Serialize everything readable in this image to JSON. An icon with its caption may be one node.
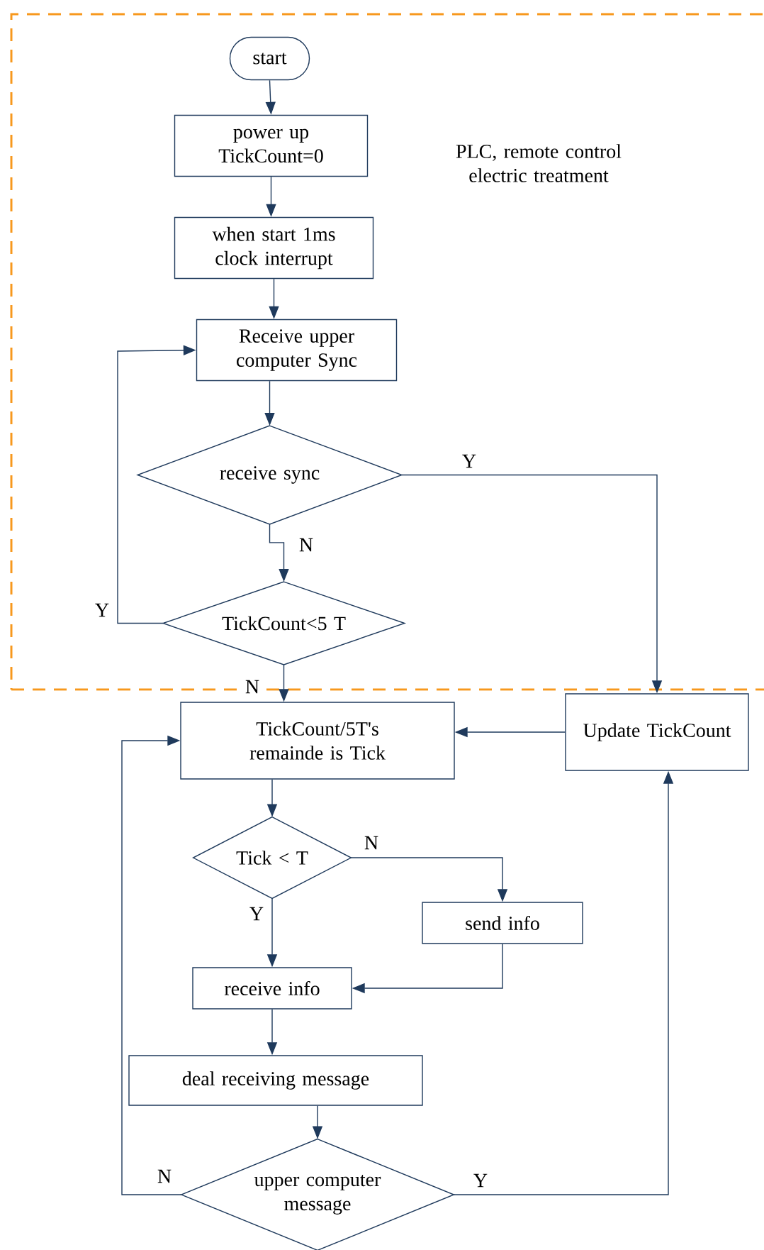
{
  "diagram": {
    "nodes": [
      {
        "text": [
          "PLC, remote control electric treatment"
        ]
      },
      {
        "text": [
          "start"
        ],
        "in": 0
      },
      {
        "text": [
          "power up TickCount=0"
        ],
        "in": 0
      },
      {
        "text": [
          "when start 1ms clock interrupt"
        ],
        "in": 0
      },
      {
        "text": [
          "Receive upper computer Sync"
        ],
        "in": 0
      },
      {
        "text": [
          "receive sync"
        ],
        "in": 0
      },
      {
        "text": [
          "TickCount<5 T"
        ],
        "in": 0
      },
      {
        "text": [
          "TickCount/5T's remainde is Tick"
        ]
      },
      {
        "text": [
          "Update TickCount"
        ]
      },
      {
        "text": [
          "Tick < T"
        ]
      },
      {
        "text": [
          "send info"
        ]
      },
      {
        "text": [
          "receive info"
        ]
      },
      {
        "text": [
          "deal receiving message"
        ]
      },
      {
        "text": [
          "upper computer message"
        ]
      }
    ],
    "edges": [
      {
        "from": 1,
        "to": 2,
        "arrow": "to"
      },
      {
        "from": 2,
        "to": 3,
        "arrow": "to"
      },
      {
        "from": 3,
        "to": 4,
        "arrow": "to"
      },
      {
        "from": 4,
        "to": 5,
        "arrow": "to"
      },
      {
        "from": 5,
        "to": 6,
        "arrow": "to",
        "label": "N"
      },
      {
        "from": 6,
        "to": 4,
        "arrow": "to",
        "label": "Y"
      },
      {
        "from": 5,
        "to": 8,
        "arrow": "to",
        "label": "Y"
      },
      {
        "from": 6,
        "to": 7,
        "arrow": "to",
        "label": "N"
      },
      {
        "from": 8,
        "to": 7,
        "arrow": "to"
      },
      {
        "from": 7,
        "to": 9,
        "arrow": "to"
      },
      {
        "from": 9,
        "to": 11,
        "arrow": "to",
        "label": "Y"
      },
      {
        "from": 9,
        "to": 10,
        "arrow": "to",
        "label": "N"
      },
      {
        "from": 10,
        "to": 11,
        "arrow": "to"
      },
      {
        "from": 11,
        "to": 12,
        "arrow": "to"
      },
      {
        "from": 12,
        "to": 13,
        "arrow": "to"
      },
      {
        "from": 13,
        "to": 7,
        "arrow": "to",
        "label": "N"
      },
      {
        "from": 13,
        "to": 8,
        "arrow": "to",
        "label": "Y"
      }
    ]
  }
}
